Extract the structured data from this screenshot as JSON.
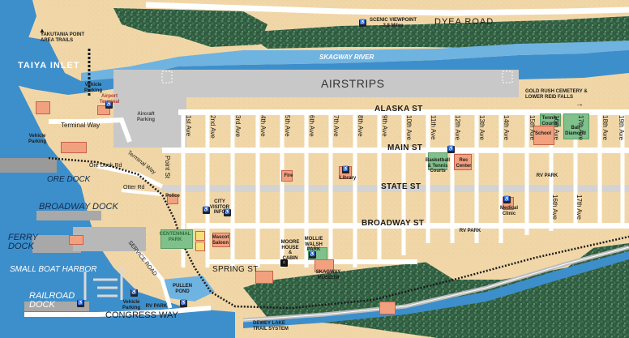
{
  "labels": {
    "dyea_road": "DYEA ROAD",
    "scenic_viewpoint": "SCENIC VIEWPOINT 3.8 Miles",
    "yakutania": "YAKUTANIA POINT AREA TRAILS",
    "taiya_inlet": "TAIYA INLET",
    "skagway_river": "SKAGWAY RIVER",
    "airstrips": "AIRSTRIPS",
    "gold_rush": "GOLD RUSH CEMETERY & LOWER REID FALLS",
    "vehicle_parking_1": "Vehicle Parking",
    "airport_terminal": "Airport Terminal",
    "aircraft_parking": "Aircraft Parking",
    "terminal_way": "Terminal Way",
    "vehicle_parking_2": "Vehicle Parking",
    "ore_dock_rd": "Ore Dock Rd",
    "terminal_way_2": "Terminal Way",
    "ore_dock": "ORE DOCK",
    "otter_rd": "Otter Rd",
    "broadway_dock": "BROADWAY DOCK",
    "ferry_dock": "FERRY DOCK",
    "small_boat_harbor": "SMALL BOAT HARBOR",
    "railroad_dock": "RAILROAD DOCK",
    "congress_way": "CONGRESS WAY",
    "vehicle_parking_3": "Vehicle Parking",
    "rv_park_1": "RV PARK",
    "pullen_pond": "PULLEN POND",
    "dewey_lake": "DEWEY LAKE TRAIL SYSTEM",
    "service_road": "SERVICE ROAD",
    "spring_st": "SPRING ST",
    "alaska_st": "ALASKA ST",
    "main_st": "MAIN ST",
    "state_st": "STATE ST",
    "broadway_st": "BROADWAY ST",
    "point_st": "Point St",
    "police": "Police",
    "city_visitor_info": "CITY VISITOR INFO",
    "centennial_park": "CENTENNIAL PARK",
    "mascot_saloon": "Mascot Saloon",
    "moore_house": "MOORE HOUSE & CABIN",
    "mollie_walsh": "MOLLIE WALSH PARK",
    "skagway_museum": "SKAGWAY MUSEUM",
    "fire": "Fire",
    "library": "Library",
    "basketball": "Basketball & Tennis Courts",
    "rec_center": "Rec Center",
    "tennis_courts": "Tennis Courts",
    "school": "School",
    "ball_diamond": "Ball Diamond",
    "rv_park_2": "RV PARK",
    "rv_park_3": "RV PARK",
    "medical_clinic": "Medical Clinic",
    "restroom": "♿🚻"
  },
  "avenues": [
    "1st Ave",
    "2nd Ave",
    "3rd Ave",
    "4th Ave",
    "5th Ave",
    "6th Ave",
    "7th Ave",
    "8th Ave",
    "9th Ave",
    "10th Ave",
    "11th Ave",
    "12th Ave",
    "13th Ave",
    "14th Ave",
    "15th Ave",
    "16th Ave",
    "17th Ave",
    "18th Ave",
    "19th Ave"
  ],
  "lower_avenues": [
    "16th Ave",
    "17th Ave"
  ],
  "colors": {
    "water": "#3d8fcb",
    "water_light": "#6fb3e0",
    "sand": "#f1d7a8",
    "forest": "#2f5b3f",
    "road": "#ffffff",
    "airstrip": "#c8c8c8",
    "building": "#f2a17f",
    "park": "#7fc08b"
  }
}
